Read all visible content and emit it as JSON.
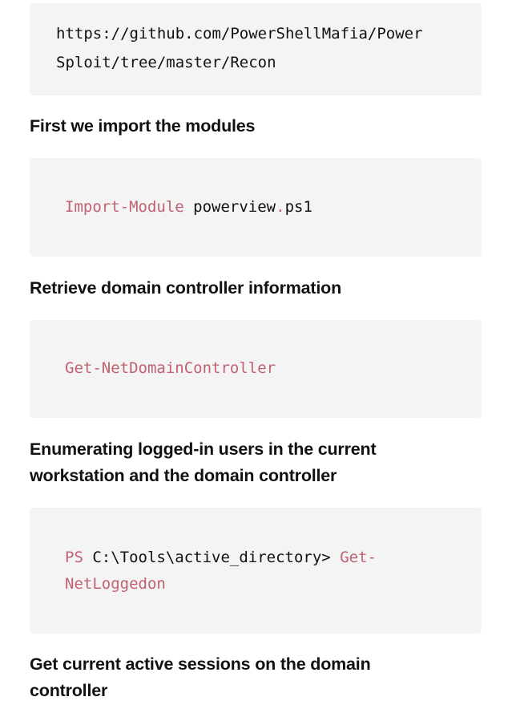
{
  "blocks": {
    "url": {
      "line1": "https://github.com/PowerShellMafia/Power",
      "line2": "Sploit/tree/master/Recon"
    },
    "import": {
      "cmdlet": "Import-Module",
      "arg_name": "powerview",
      "arg_dot": ".",
      "arg_ext": "ps1"
    },
    "dc": {
      "cmdlet": "Get-NetDomainController"
    },
    "loggedon": {
      "prompt_ps": "PS",
      "prompt_path": " C:\\Tools\\active_directory> ",
      "cmdlet_part1": "Get-",
      "cmdlet_part2": "NetLoggedon"
    }
  },
  "headings": {
    "import_modules": "First we import the modules",
    "retrieve_dc": "Retrieve domain controller information",
    "enum_line1": "Enumerating logged-in users in the current",
    "enum_line2": "workstation and the domain controller",
    "sessions_line1": "Get current active sessions on the domain",
    "sessions_line2": "controller"
  },
  "colors": {
    "keyword": "#c06272",
    "code_bg": "#f4f4f4",
    "text": "#111111"
  }
}
